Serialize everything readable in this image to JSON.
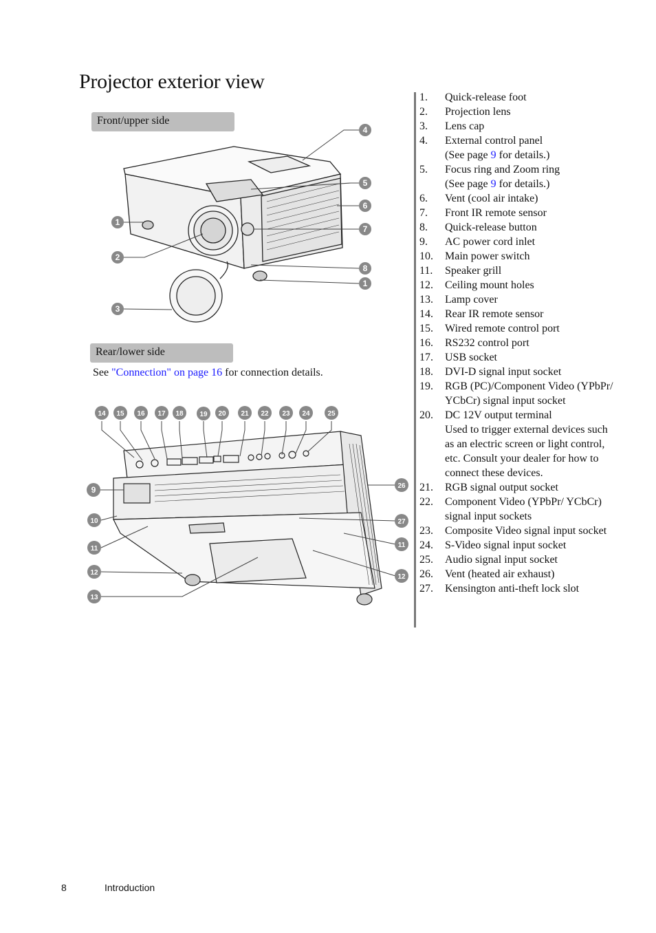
{
  "page": {
    "title": "Projector exterior view",
    "page_number": "8",
    "section_footer": "Introduction"
  },
  "front": {
    "header": "Front/upper side",
    "callouts": [
      "4",
      "5",
      "6",
      "1",
      "7",
      "2",
      "8",
      "1",
      "3"
    ]
  },
  "rear": {
    "header": "Rear/lower side",
    "see_prefix": "See ",
    "see_link": "\"Connection\" on page 16",
    "see_suffix": " for connection details.",
    "callouts_top": [
      "14",
      "15",
      "16",
      "17",
      "18",
      "19",
      "20",
      "21",
      "22",
      "23",
      "24",
      "25"
    ],
    "callouts_left": [
      "9",
      "10",
      "11",
      "12",
      "13"
    ],
    "callouts_right": [
      "26",
      "27",
      "11",
      "12"
    ]
  },
  "parts": [
    {
      "num": "1.",
      "text": "Quick-release foot"
    },
    {
      "num": "2.",
      "text": "Projection lens"
    },
    {
      "num": "3.",
      "text": "Lens cap"
    },
    {
      "num": "4.",
      "text": "External control panel",
      "sub": {
        "pre": "(See page ",
        "link": "9",
        "post": " for details.)"
      }
    },
    {
      "num": "5.",
      "text": "Focus ring and Zoom ring",
      "sub": {
        "pre": "(See page ",
        "link": "9",
        "post": " for details.)"
      }
    },
    {
      "num": "6.",
      "text": "Vent (cool air intake)"
    },
    {
      "num": "7.",
      "text": "Front IR remote sensor"
    },
    {
      "num": "8.",
      "text": "Quick-release button"
    },
    {
      "num": "9.",
      "text": "AC power cord inlet"
    },
    {
      "num": "10.",
      "text": "Main power switch"
    },
    {
      "num": "11.",
      "text": "Speaker grill"
    },
    {
      "num": "12.",
      "text": "Ceiling mount holes"
    },
    {
      "num": "13.",
      "text": "Lamp cover"
    },
    {
      "num": "14.",
      "text": "Rear IR remote sensor"
    },
    {
      "num": "15.",
      "text": "Wired remote control port"
    },
    {
      "num": "16.",
      "text": "RS232 control port"
    },
    {
      "num": "17.",
      "text": "USB socket"
    },
    {
      "num": "18.",
      "text": "DVI-D signal input socket"
    },
    {
      "num": "19.",
      "text": "RGB (PC)/Component Video (YPbPr/ YCbCr) signal input socket"
    },
    {
      "num": "20.",
      "text": "DC 12V output terminal",
      "extra": "Used to trigger external devices such as an electric screen or light control, etc. Consult your dealer for how to connect these devices."
    },
    {
      "num": "21.",
      "text": "RGB signal output socket"
    },
    {
      "num": "22.",
      "text": "Component Video (YPbPr/ YCbCr) signal input sockets"
    },
    {
      "num": "23.",
      "text": "Composite Video signal input socket"
    },
    {
      "num": "24.",
      "text": "S-Video signal input socket"
    },
    {
      "num": "25.",
      "text": "Audio signal input socket"
    },
    {
      "num": "26.",
      "text": "Vent (heated air exhaust)"
    },
    {
      "num": "27.",
      "text": "Kensington anti-theft lock slot"
    }
  ]
}
